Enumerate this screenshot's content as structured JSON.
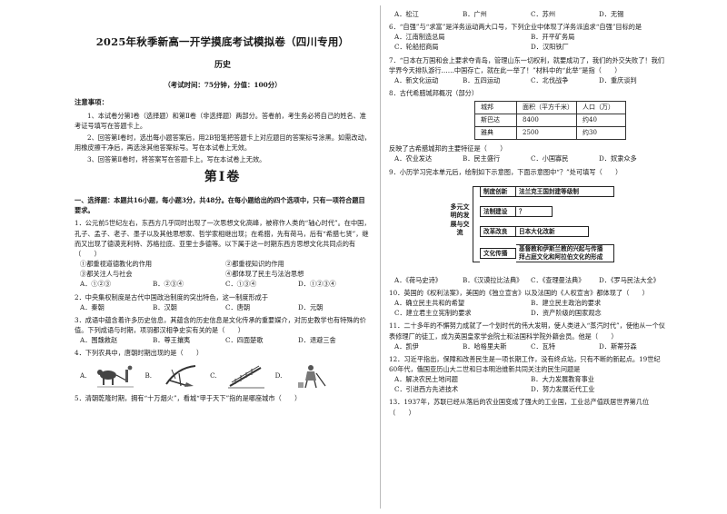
{
  "left": {
    "title": "2025年秋季新高一开学摸底考试模拟卷（四川专用）",
    "subject": "历史",
    "exam_info": "（考试时间：75分钟，分值：100分）",
    "notice_heading": "注意事项：",
    "notices": [
      "1、本试卷分第Ⅰ卷（选择题）和第Ⅱ卷（非选择题）两部分。答卷前，考生务必将自己的姓名、准考证号填写在答题卡上。",
      "2、回答第Ⅰ卷时，选出每小题答案后，用2B铅笔把答题卡上对应题目的答案标号涂黑。如需改动，用橡皮擦干净后，再选涂其他答案标号。写在本试卷上无效。",
      "3、回答第Ⅱ卷时，将答案写在答题卡上。写在本试卷上无效。"
    ],
    "volume_title": "第Ⅰ卷",
    "section_heading": "一、选择题：本题共16小题，每小题3分，共48分。在每小题给出的四个选项中，只有一项符合题目要求。",
    "q1": {
      "stem": "1．公元前5世纪左右，东西方几乎同时出现了一次思想文化高峰，被称作人类的“轴心时代”。在中国，孔子、孟子、老子、墨子以及其他思想家、哲学家相继出现；在希腊，先有荷马，后有“希腊七贤”，继而又出现了德谟克利特、苏格拉底、亚里士多德等。以下属于这一时期东西方思想文化共同点的有（　　）",
      "subs": [
        "①都重视道德教化的作用",
        "②都重视知识的作用",
        "③都关注人与社会",
        "④都体现了民主与法治思想"
      ],
      "opts": [
        "A．①②③",
        "B．②③④",
        "C．①③④",
        "D．①②③④"
      ]
    },
    "q2": {
      "stem": "2．中央集权制度是古代中国政治制度的突出特色，这一制度形成于",
      "opts": [
        "A．秦朝",
        "B．汉朝",
        "C．唐朝",
        "D．元朝"
      ]
    },
    "q3": {
      "stem": "3．成语中蕴含着许多历史信息，其蕴含的历史信息是文化传承的重要媒介，对历史教学也有特殊的价值。下列成语与时期，项羽都汉相争史实有关的是（　　）",
      "opts": [
        "A．围魏救赵",
        "B．尊王攘夷",
        "C．四面楚歌",
        "D．退避三舍"
      ]
    },
    "q4": {
      "stem": "4．下列农具中，唐朝时期出现的是（　　）",
      "opts": [
        "A.",
        "B.",
        "C.",
        "D."
      ]
    },
    "q5": {
      "stem": "5．清朝乾隆时期，拥有“十万烟火”，看城“甲于天下”指的是哪座城市（　　）"
    }
  },
  "right": {
    "q5_opts": [
      "A．松江",
      "B．广州",
      "C．苏州",
      "D．无锡"
    ],
    "q6": {
      "stem": "6．“自强”与“求富”是洋务运动两大口号，下列企业中体现了洋务派追求“自强”目标的是",
      "opts": [
        "A．江南制造总局",
        "B．开平矿务局",
        "C．轮船招商局",
        "D．汉阳铁厂"
      ]
    },
    "q7": {
      "stem": "7．“日本在万国和会上要求夺青岛，管理山东一切权利，就要成功了，我们的外交失败了！我们学界今天排队游行……中国存亡，就在此一举了！”材料中的“此举”是指（　　）",
      "opts": [
        "A．新文化运动",
        "B．五四运动",
        "C．北伐战争",
        "D．重庆谈判"
      ]
    },
    "q8": {
      "stem": "8．古代希腊城邦概况（部分）",
      "table": [
        [
          "城邦",
          "面积（平方千米）",
          "人口（万）"
        ],
        [
          "斯巴达",
          "8400",
          "约40"
        ],
        [
          "雅典",
          "2500",
          "约30"
        ]
      ],
      "after": "反映了古希腊城邦的主要特征是（　　）",
      "opts": [
        "A．农业发达",
        "B．民主盛行",
        "C．小国寡民",
        "D．奴隶众多"
      ]
    },
    "q9": {
      "stem": "9．小历学习完本单元后，绘制如下示意图，下面示意图中“？”处可填写（　　）",
      "diagram": {
        "main": "多元文明的发展与交流",
        "rows": [
          [
            "制度创新",
            "法兰克王国封建等级制"
          ],
          [
            "法制建设",
            "？"
          ],
          [
            "改革改良",
            "日本大化改新"
          ],
          [
            "文化传播",
            "基督教和伊斯兰教的兴起与传播 拜占庭文化和阿拉伯文化的形成"
          ]
        ]
      },
      "opts": [
        "A．《荷马史诗》",
        "B．《汉谟拉比法典》",
        "C．《查理曼法典》",
        "D．《罗马民法大全》"
      ]
    },
    "q10": {
      "stem": "10．英国的《权利法案》，美国的《独立宣言》以及法国的《人权宣言》都体现了（　　）",
      "opts": [
        "A．确立民主共和的希望",
        "B．建立民主政治的要求",
        "C．建立君主立宪制的要求",
        "D．资产阶级的国家观念"
      ]
    },
    "q11": {
      "stem": "11．二十多年的不懈努力成就了一个划时代的伟大发明，使人类进入“蒸汽时代”，使他从一个仪表修理厂的徒工，成为英国皇家学会院士和法国科学院外籍会员。他是（　　）",
      "opts": [
        "A．凯伊",
        "B．哈格里夫斯",
        "C．瓦特",
        "D．斯蒂芬森"
      ]
    },
    "q12": {
      "stem": "12．习近平指出，保障和改善民生是一项长期工作，没有终点站，只有不断的新起点。19世纪60年代，俄国亚历山大二世和日本明治维新共同关注的民生问题是",
      "opts": [
        "A．解决农民土地问题",
        "B．大力发展教育事业",
        "C．引进西方先进技术",
        "D．努力发展近代工业"
      ]
    },
    "q13": {
      "stem": "13．1937年，苏联已经从落后的农业国变成了强大的工业国，工业总产值跃居世界第几位（　　）"
    }
  },
  "icons": {
    "q4_a": "ox-plough-icon",
    "q4_b": "curved-plough-icon",
    "q4_c": "waterwheel-icon",
    "q4_d": "farmer-tool-icon"
  }
}
